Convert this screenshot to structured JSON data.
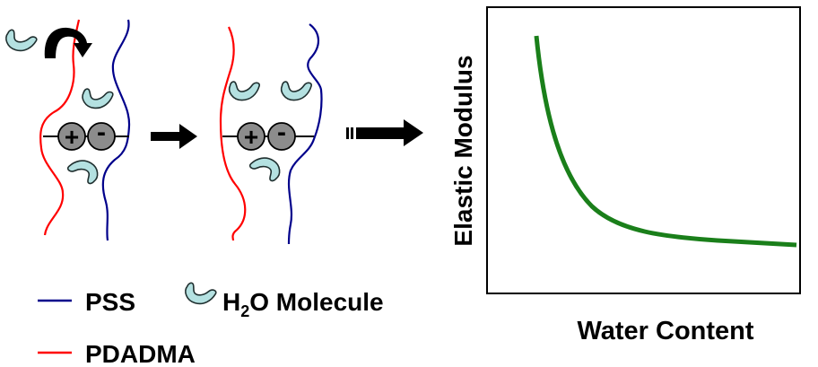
{
  "legend": {
    "pss": "PSS",
    "h2o_prefix": "H",
    "h2o_sub": "2",
    "h2o_suffix": "O Molecule",
    "pdadma": "PDADMA"
  },
  "ions": {
    "positive": "+",
    "negative": "-"
  },
  "graph": {
    "ylabel": "Elastic Modulus",
    "xlabel": "Water Content"
  },
  "colors": {
    "pss": "#00008b",
    "pdadma": "#ff0000",
    "water": "#b4e1e1",
    "ion": "#8c8c8c",
    "curve": "#1a7f1a"
  }
}
